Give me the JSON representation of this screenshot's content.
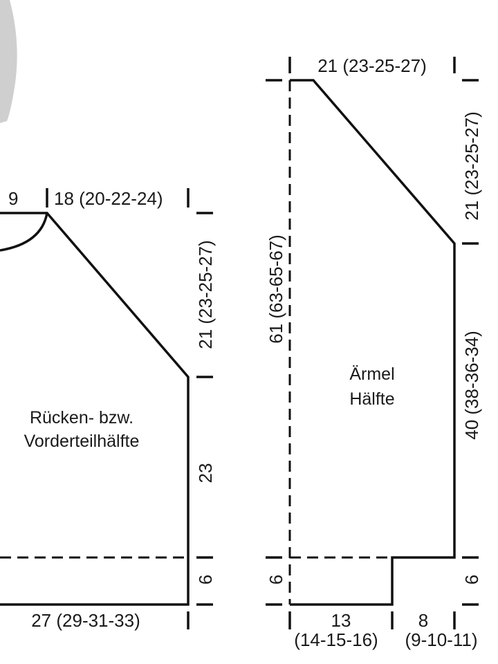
{
  "body_piece": {
    "title_line1": "Rücken- bzw.",
    "title_line2": "Vorderteilhälfte",
    "neck_width": "9",
    "shoulder_width": "18 (20-22-24)",
    "shoulder_height": "21 (23-25-27)",
    "side_height": "23",
    "rib_height": "6",
    "bottom_width": "27 (29-31-33)"
  },
  "sleeve_piece": {
    "title_line1": "Ärmel",
    "title_line2": "Hälfte",
    "top_width": "21 (23-25-27)",
    "total_height": "61 (63-65-67)",
    "cap_height": "21 (23-25-27)",
    "body_height": "40 (38-36-34)",
    "rib_height_left": "6",
    "rib_height_right": "6",
    "bottom_left_width_line1": "13",
    "bottom_left_width_line2": "(14-15-16)",
    "bottom_right_width_line1": "8",
    "bottom_right_width_line2": "(9-10-11)"
  },
  "colors": {
    "ink": "#111111",
    "background": "#ffffff"
  }
}
